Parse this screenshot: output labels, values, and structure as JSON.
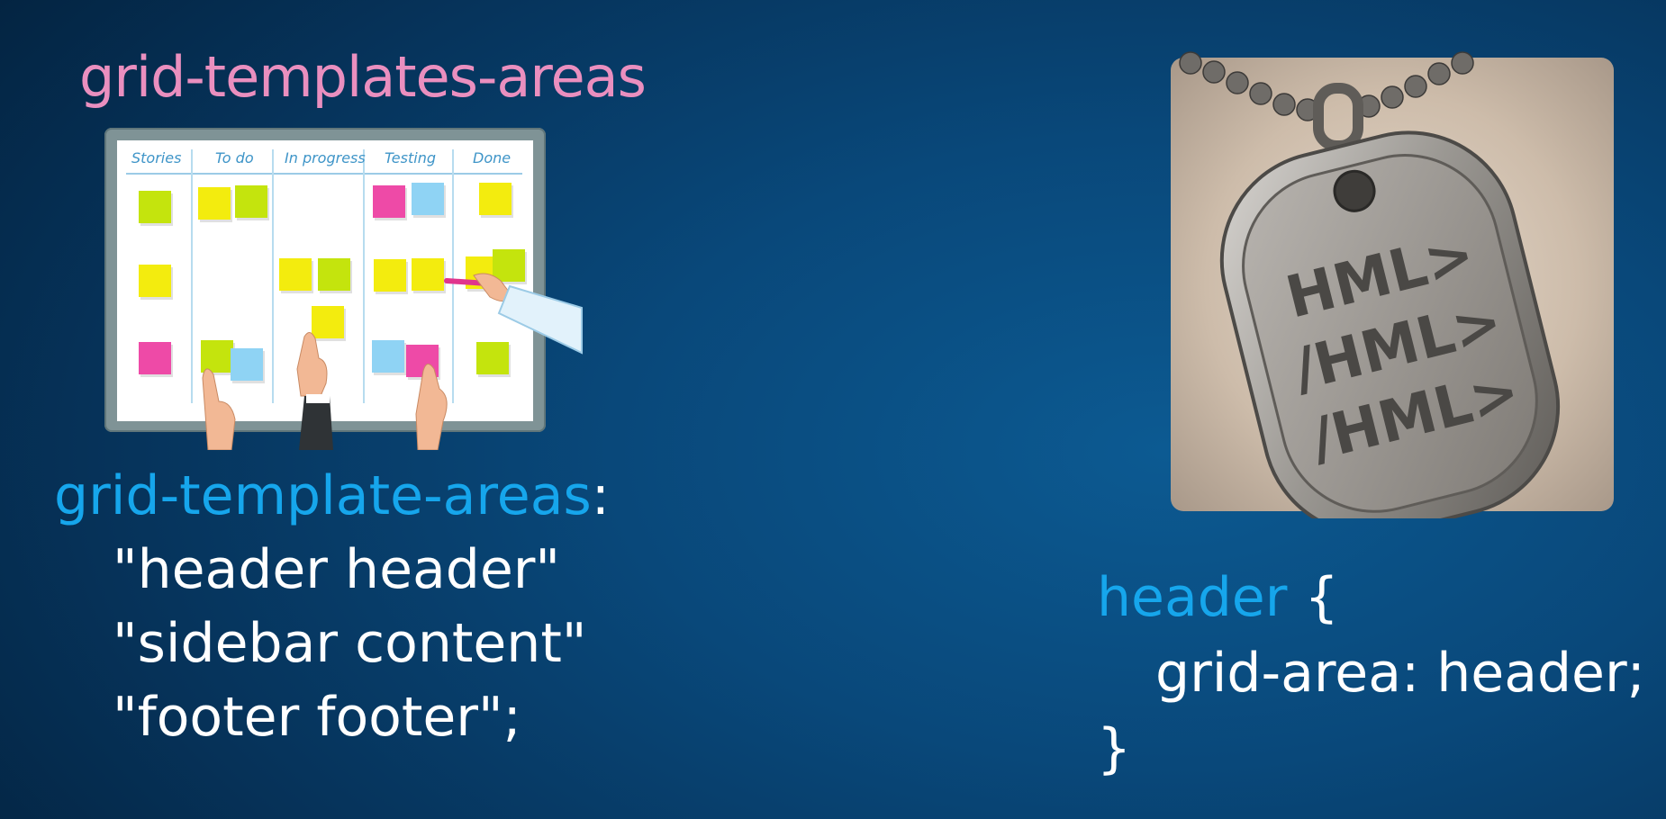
{
  "slide": {
    "title": "grid-templates-areas"
  },
  "board": {
    "columns": [
      "Stories",
      "To do",
      "In progress",
      "Testing",
      "Done"
    ],
    "colors": {
      "yellow": "#f3ec0e",
      "lime": "#c4e40d",
      "pink": "#ee4aa7",
      "blue": "#8fd3f4"
    }
  },
  "code_left": {
    "property": "grid-template-areas",
    "colon": ":",
    "rows": [
      "\"header header\"",
      "\"sidebar content\"",
      "\"footer footer\";"
    ]
  },
  "code_right": {
    "selector": "header",
    "open_brace": " {",
    "declaration": "grid-area: header;",
    "close_brace": "}"
  },
  "tag": {
    "engraving": [
      "HML>",
      "/HML>",
      "/HML>"
    ]
  },
  "colors": {
    "background_center": "#0c5a92",
    "background_edge": "#031d36",
    "title": "#ea8fbf",
    "keyword": "#16a6ec",
    "text": "#ffffff"
  }
}
